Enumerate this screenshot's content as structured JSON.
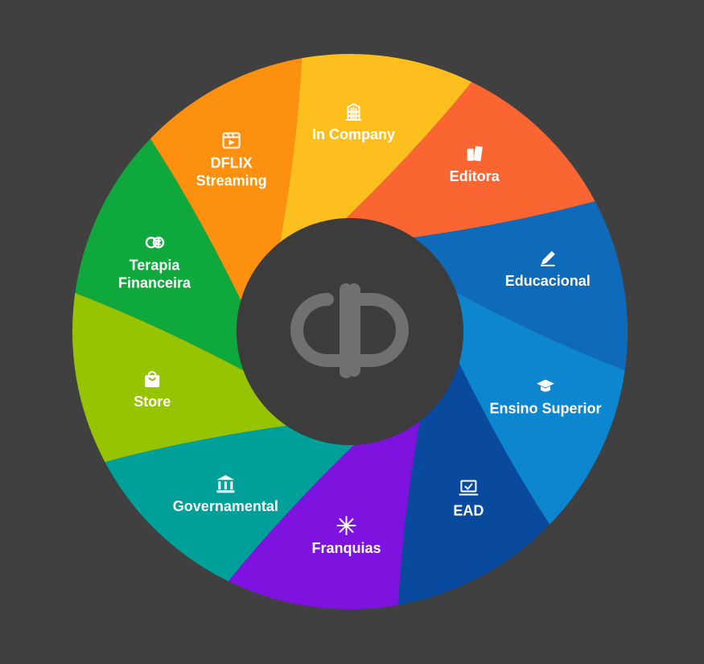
{
  "brand": {
    "logo_text": "dp",
    "logo_color": "#707070",
    "hub_color": "#3c3c3c"
  },
  "segments": [
    {
      "id": "editora",
      "label": "Editora",
      "color": "#fb6532",
      "icon": "books-icon"
    },
    {
      "id": "educacional",
      "label": "Educacional",
      "color": "#0f6bba",
      "icon": "pencil-icon"
    },
    {
      "id": "ensino-superior",
      "label": "Ensino Superior",
      "color": "#0d86d0",
      "icon": "graduation-cap-icon"
    },
    {
      "id": "ead",
      "label": "EAD",
      "color": "#0a4a9e",
      "icon": "laptop-icon"
    },
    {
      "id": "franquias",
      "label": "Franquias",
      "color": "#7e13e0",
      "icon": "network-icon"
    },
    {
      "id": "governamental",
      "label": "Governamental",
      "color": "#00a09a",
      "icon": "government-building-icon"
    },
    {
      "id": "store",
      "label": "Store",
      "color": "#97c400",
      "icon": "shopping-bag-icon"
    },
    {
      "id": "terapia-financeira",
      "label": "Terapia Financeira",
      "lines": [
        "Terapia",
        "Financeira"
      ],
      "color": "#0ea83c",
      "icon": "finance-icon"
    },
    {
      "id": "dflix-streaming",
      "label": "DFLIX Streaming",
      "lines": [
        "DFLIX",
        "Streaming"
      ],
      "color": "#fd900f",
      "icon": "video-player-icon"
    },
    {
      "id": "in-company",
      "label": "In Company",
      "color": "#fcbf1e",
      "icon": "office-building-icon"
    }
  ]
}
